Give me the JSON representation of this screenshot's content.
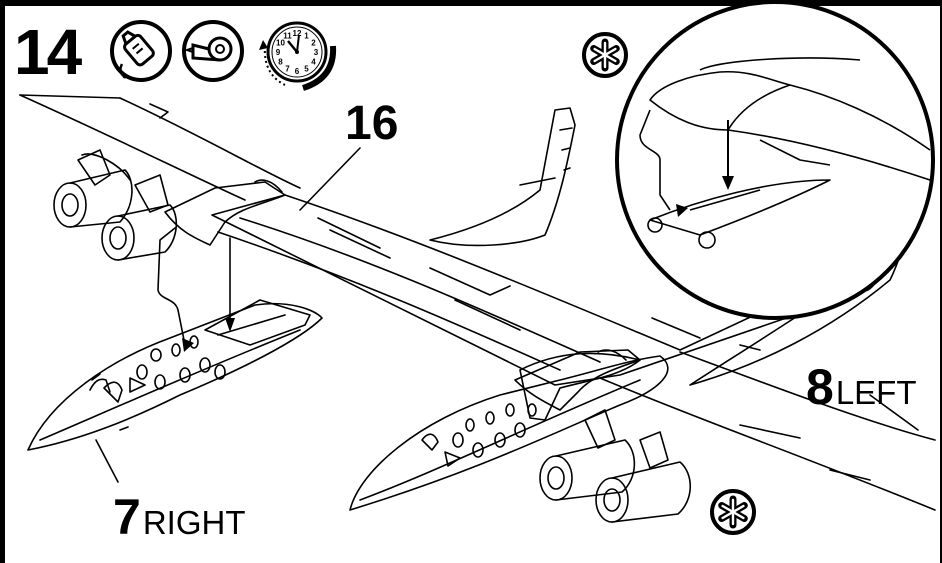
{
  "step": {
    "number": "14"
  },
  "icons": [
    {
      "name": "cement-tube-icon"
    },
    {
      "name": "tape-roll-icon"
    },
    {
      "name": "clock-wait-icon"
    },
    {
      "name": "asterisk-detail-icon"
    }
  ],
  "clock": {
    "numbers": [
      "12",
      "1",
      "2",
      "3",
      "4",
      "5",
      "6",
      "7",
      "8",
      "9",
      "10",
      "11"
    ]
  },
  "parts": {
    "wing": {
      "number": "16"
    },
    "right_fuselage": {
      "number": "7",
      "side": "RIGHT"
    },
    "left_fuselage": {
      "number": "8",
      "side": "LEFT"
    }
  },
  "colors": {
    "line": "#000000",
    "background": "#ffffff"
  }
}
